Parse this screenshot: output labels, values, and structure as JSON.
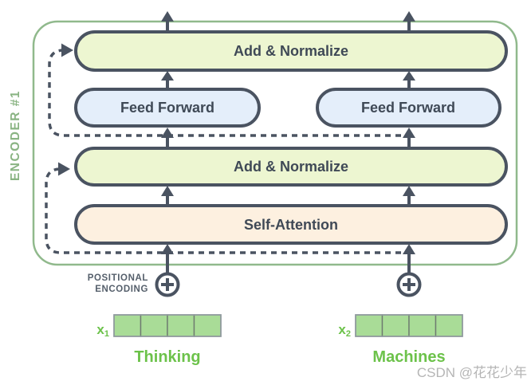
{
  "colors": {
    "encoder_border": "#90b98c",
    "encoder_label_green": "#8ab483",
    "box_border": "#4a5361",
    "box_text": "#3f4956",
    "add_normalize_fill": "#edf6d1",
    "feed_forward_fill": "#e4eefa",
    "self_attention_fill": "#fdf0e0",
    "arrow": "#4a5361",
    "token_green": "#6cc24a",
    "cell_fill": "#a9dc97",
    "cell_border": "#919ba1",
    "positional_label": "#555f6b",
    "watermark_gray": "#b5b5b5"
  },
  "encoder": {
    "label": "ENCODER #1"
  },
  "layers": {
    "add_normalize_top": "Add & Normalize",
    "feed_forward_left": "Feed Forward",
    "feed_forward_right": "Feed Forward",
    "add_normalize_mid": "Add & Normalize",
    "self_attention": "Self-Attention"
  },
  "positional_encoding": {
    "line1": "POSITIONAL",
    "line2": "ENCODING"
  },
  "inputs": [
    {
      "label_base": "x",
      "label_sub": "1",
      "word": "Thinking",
      "cells": 4
    },
    {
      "label_base": "x",
      "label_sub": "2",
      "word": "Machines",
      "cells": 4
    }
  ],
  "watermark": "CSDN @花花少年"
}
